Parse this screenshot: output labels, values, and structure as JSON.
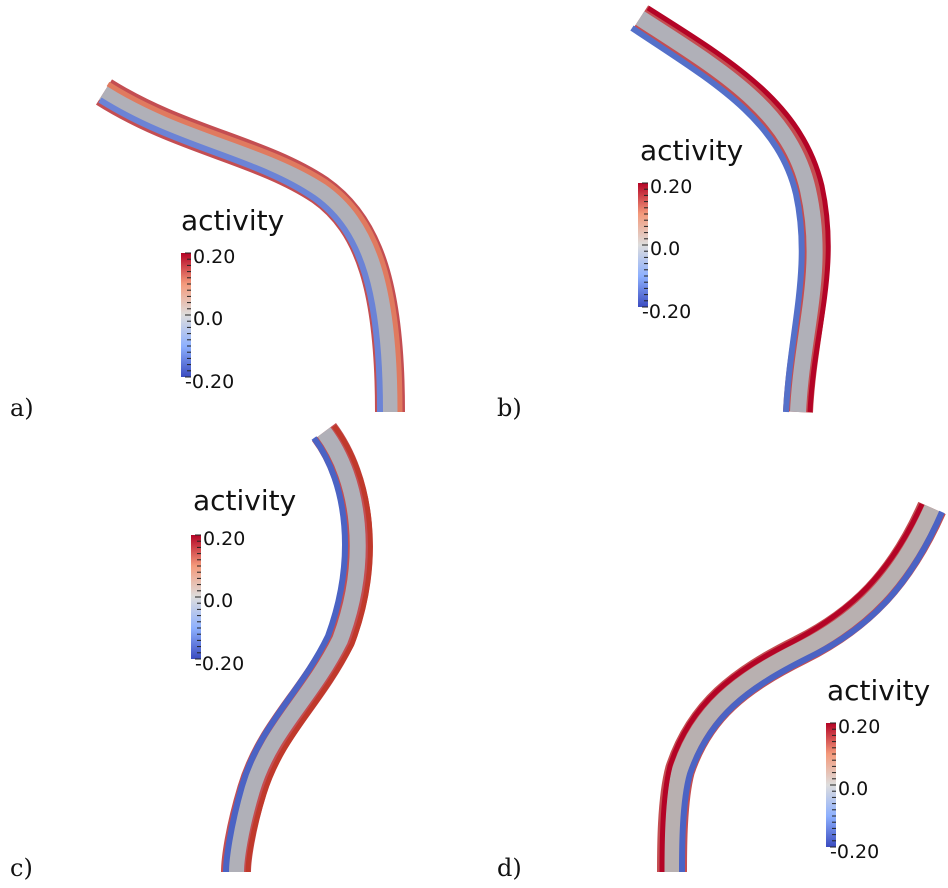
{
  "figure": {
    "panels": [
      {
        "id": "a",
        "label": "a)",
        "colorbar": {
          "title": "activity",
          "max_label": "0.20",
          "mid_label": "0.0",
          "min_label": "-0.20",
          "range": [
            -0.2,
            0.2
          ]
        },
        "color_outer": "#c0392b",
        "color_inner": "#3b4cc0"
      },
      {
        "id": "b",
        "label": "b)",
        "colorbar": {
          "title": "activity",
          "max_label": "0.20",
          "mid_label": "0.0",
          "min_label": "-0.20",
          "range": [
            -0.2,
            0.2
          ]
        },
        "color_outer": "#b40426",
        "color_inner": "#3b4cc0"
      },
      {
        "id": "c",
        "label": "c)",
        "colorbar": {
          "title": "activity",
          "max_label": "0.20",
          "mid_label": "0.0",
          "min_label": "-0.20",
          "range": [
            -0.2,
            0.2
          ]
        },
        "color_outer": "#b40426",
        "color_inner": "#3b4cc0"
      },
      {
        "id": "d",
        "label": "d)",
        "colorbar": {
          "title": "activity",
          "max_label": "0.20",
          "mid_label": "0.0",
          "min_label": "-0.20",
          "range": [
            -0.2,
            0.2
          ]
        },
        "color_outer": "#b40426",
        "color_inner": "#3b4cc0"
      }
    ],
    "colormap": {
      "low": "#3b4cc0",
      "mid": "#dddddd",
      "high": "#b40426"
    }
  }
}
